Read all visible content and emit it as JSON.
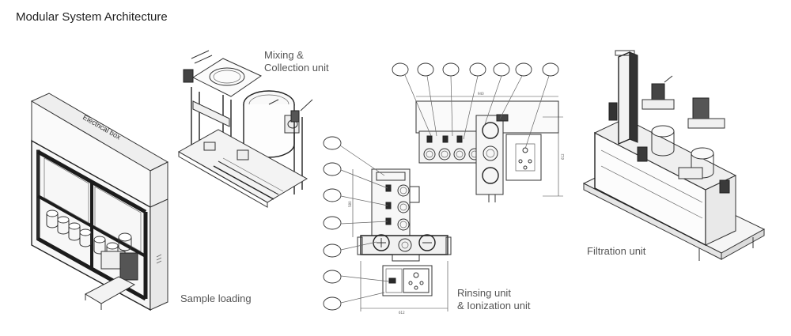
{
  "title": "Modular System Architecture",
  "labels": {
    "mixing": [
      "Mixing &",
      "Collection unit"
    ],
    "sample": "Sample loading",
    "rinsing": [
      "Rinsing unit",
      "& Ionization unit"
    ],
    "filtration": "Filtration unit"
  },
  "cabinet_text": "Electrical box",
  "dimensions": {
    "top_width": "940",
    "top_height": "612",
    "bottom_width": "612",
    "left_height": "580"
  }
}
